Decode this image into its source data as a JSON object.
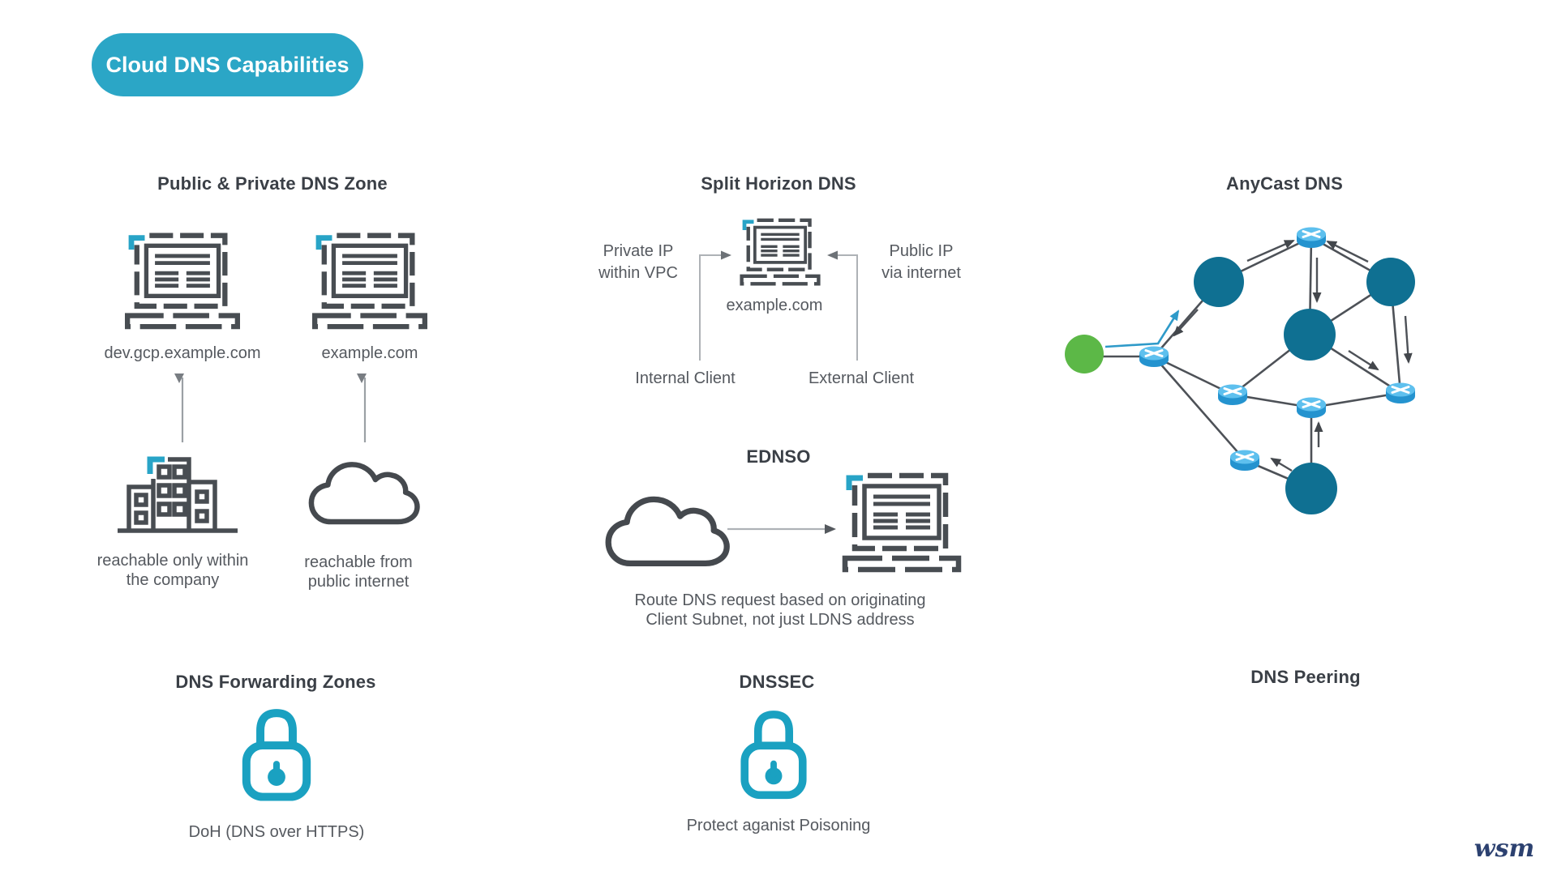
{
  "badge": {
    "label": "Cloud DNS Capabilities"
  },
  "sections": {
    "public_private": {
      "title": "Public & Private DNS Zone",
      "laptop1_label": "dev.gcp.example.com",
      "laptop2_label": "example.com",
      "building_caption_line1": "reachable only within",
      "building_caption_line2": "the company",
      "cloud_caption_line1": "reachable from",
      "cloud_caption_line2": "public internet"
    },
    "split_horizon": {
      "title": "Split Horizon DNS",
      "left_label_line1": "Private IP",
      "left_label_line2": "within VPC",
      "right_label_line1": "Public IP",
      "right_label_line2": "via internet",
      "laptop_label": "example.com",
      "left_client": "Internal Client",
      "right_client": "External Client"
    },
    "ednso": {
      "title": "EDNSO",
      "caption_line1": "Route DNS request based on originating",
      "caption_line2": "Client Subnet, not just LDNS address"
    },
    "anycast": {
      "title": "AnyCast DNS",
      "footer": "DNS Peering"
    },
    "forwarding": {
      "title": "DNS Forwarding Zones",
      "caption": "DoH (DNS over HTTPS)"
    },
    "dnssec": {
      "title": "DNSSEC",
      "caption": "Protect aganist Poisoning"
    }
  },
  "signature": "wsm",
  "icons": {
    "laptop": "laptop-icon",
    "building": "building-icon",
    "cloud": "cloud-icon",
    "lock": "lock-icon",
    "router": "router-icon",
    "client": "client-node",
    "server": "dns-server-node"
  },
  "colors": {
    "accent_teal": "#2ba6c6",
    "lock_teal": "#1aa1c1",
    "icon_gray": "#484d52",
    "text_dark": "#3a3f46",
    "text_gray": "#55595f",
    "server_teal": "#0f7092",
    "router_blue": "#2493cf",
    "client_green": "#5cb847",
    "arrow_blue": "#2e9ac9",
    "signature_navy": "#2c4170"
  }
}
